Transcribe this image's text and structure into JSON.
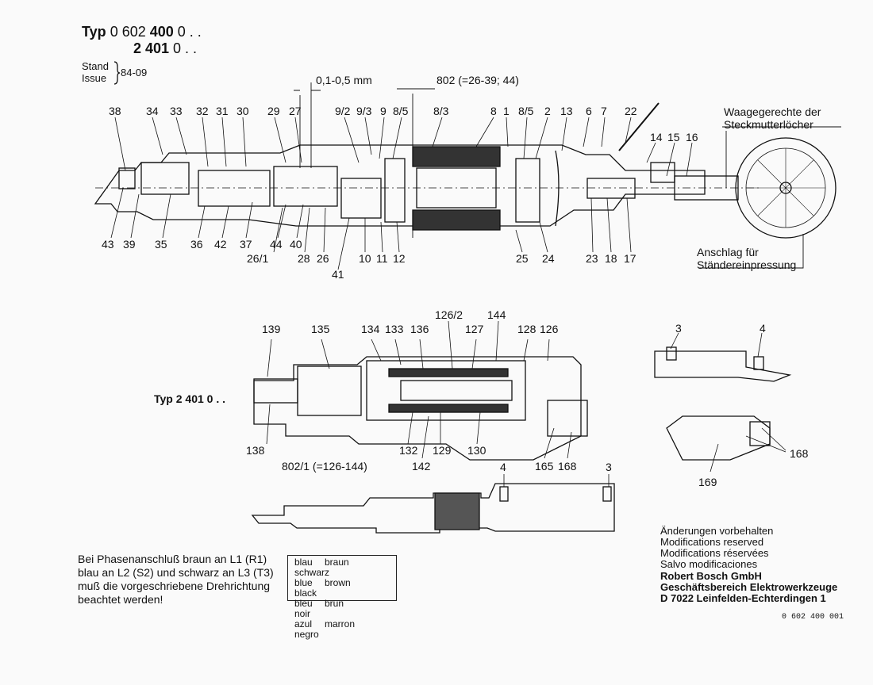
{
  "header": {
    "typ_label": "Typ",
    "typ_num_a_pre": "0 602 ",
    "typ_num_a_bold": "400",
    "typ_num_a_post": " 0 . .",
    "typ_num_b_bold": "2 401",
    "typ_num_b_post": " 0 . .",
    "stand": "Stand",
    "issue": "Issue",
    "date": "84-09"
  },
  "main_diagram": {
    "dimension": "0,1-0,5 mm",
    "group_label": "802 (=26-39; 44)",
    "top_labels": [
      "38",
      "34",
      "33",
      "32",
      "31",
      "30",
      "29",
      "27",
      "9/2",
      "9/3",
      "9",
      "8/5",
      "8/3",
      "8",
      "1",
      "8/5",
      "2",
      "13",
      "6",
      "7",
      "22",
      "14",
      "15",
      "16"
    ],
    "bottom_labels": [
      "43",
      "39",
      "35",
      "36",
      "42",
      "37",
      "44",
      "40",
      "26/1",
      "28",
      "26",
      "41",
      "10",
      "11",
      "12",
      "25",
      "24",
      "23",
      "18",
      "17"
    ],
    "note_top_a": "Waagegerechte der",
    "note_top_b": "Steckmutterlöcher",
    "note_bottom_a": "Anschlag für",
    "note_bottom_b": "Ständereinpressung"
  },
  "sub_diagram": {
    "typ_text": "Typ 2 401 0 . .",
    "top_labels": [
      "139",
      "135",
      "134",
      "133",
      "136",
      "126/2",
      "127",
      "144",
      "128",
      "126"
    ],
    "bottom_labels": [
      "138",
      "132",
      "129",
      "130",
      "142",
      "165",
      "168"
    ],
    "group_label": "802/1 (=126-144)"
  },
  "detail_right": {
    "label_3": "3",
    "label_4": "4",
    "label_168": "168",
    "label_169": "169"
  },
  "bottom_view": {
    "label_4": "4",
    "label_3": "3"
  },
  "phase_note": [
    "Bei Phasenanschluß braun an L1 (R1)",
    "blau an L2 (S2) und schwarz an L3 (T3)",
    "muß die vorgeschriebene Drehrichtung",
    "beachtet werden!"
  ],
  "color_table": [
    [
      "blau",
      "braun",
      "schwarz"
    ],
    [
      "blue",
      "brown",
      "black"
    ],
    [
      "bleu",
      "brun",
      "noir"
    ],
    [
      "azul",
      "marron",
      "negro"
    ]
  ],
  "modifications": [
    "Änderungen vorbehalten",
    "Modifications reserved",
    "Modifications réservées",
    "Salvo modificaciones"
  ],
  "company": [
    "Robert Bosch GmbH",
    "Geschäftsbereich Elektrowerkzeuge",
    "D 7022 Leinfelden-Echterdingen 1"
  ],
  "doc_number": "0 602 400 001"
}
